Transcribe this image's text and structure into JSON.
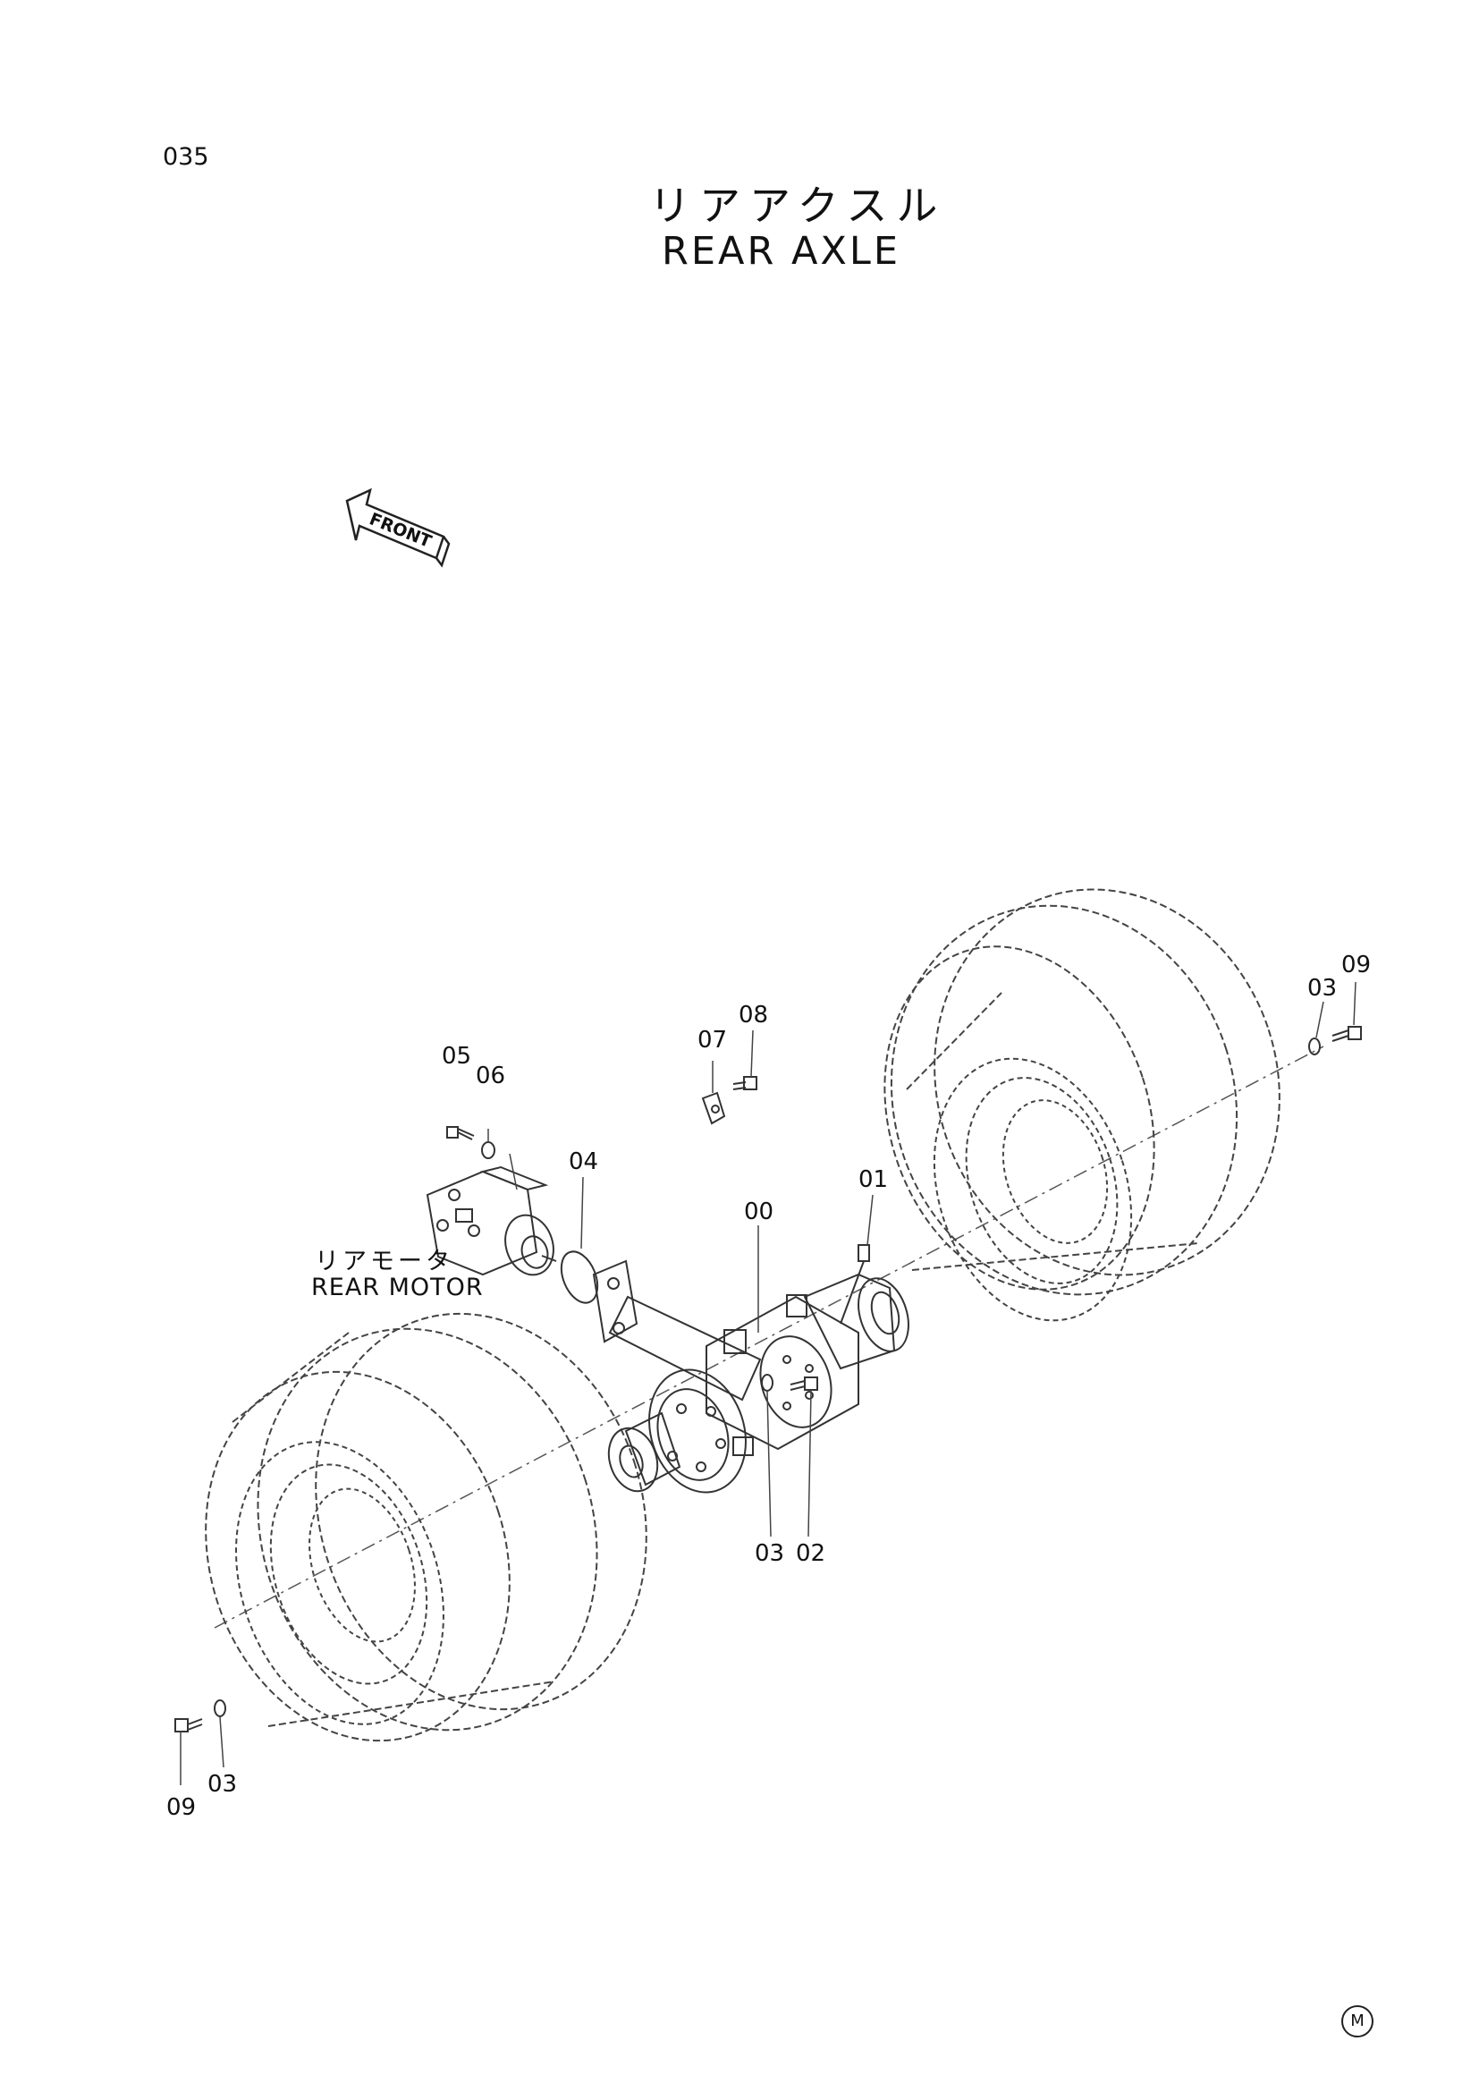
{
  "page_number": "035",
  "title_jp": "リアアクスル",
  "title_en": "REAR AXLE",
  "front_label": "FRONT",
  "rear_motor": {
    "jp": "リアモータ",
    "en": "REAR MOTOR"
  },
  "mark": "M",
  "callouts": [
    {
      "id": "c-00",
      "label": "00"
    },
    {
      "id": "c-01",
      "label": "01"
    },
    {
      "id": "c-02",
      "label": "02"
    },
    {
      "id": "c-03-center",
      "label": "03"
    },
    {
      "id": "c-03-right",
      "label": "03"
    },
    {
      "id": "c-03-left",
      "label": "03"
    },
    {
      "id": "c-04",
      "label": "04"
    },
    {
      "id": "c-05",
      "label": "05"
    },
    {
      "id": "c-06",
      "label": "06"
    },
    {
      "id": "c-07",
      "label": "07"
    },
    {
      "id": "c-08",
      "label": "08"
    },
    {
      "id": "c-09-right",
      "label": "09"
    },
    {
      "id": "c-09-left",
      "label": "09"
    }
  ]
}
